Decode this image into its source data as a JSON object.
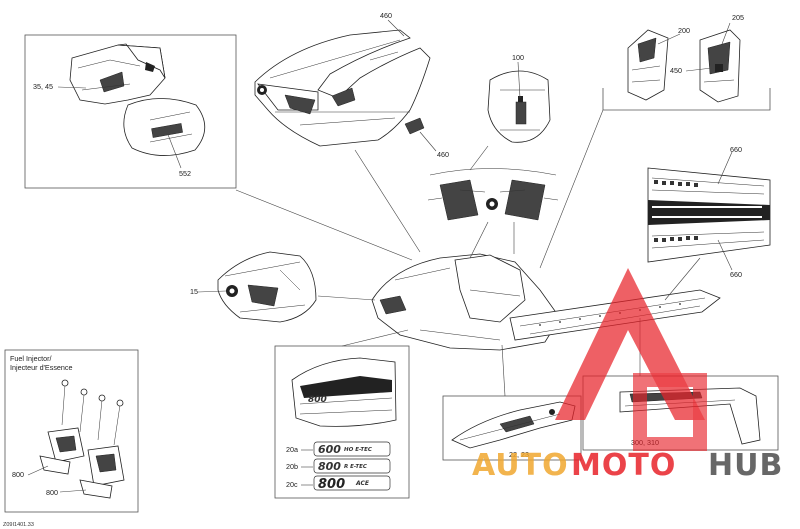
{
  "callouts": {
    "c460_top": "460",
    "c460_bottom": "460",
    "c35_45": "35, 45",
    "c552": "552",
    "c100": "100",
    "c200": "200",
    "c205": "205",
    "c450": "450",
    "c660_top": "660",
    "c660_bottom": "660",
    "c15": "15",
    "c800_a": "800",
    "c800_b": "800",
    "c20a": "20a",
    "c20b": "20b",
    "c20c": "20c",
    "c22_23": "22, 23",
    "c300_310": "300, 310"
  },
  "fuel_injector": {
    "title_en": "Fuel Injector/",
    "title_fr": "Injecteur d'Essence"
  },
  "decals": {
    "d20a_model": "600",
    "d20a_suffix": "HO E-TEC",
    "d20b_model": "800",
    "d20b_suffix": "R E-TEC",
    "d20c_model": "800",
    "d20c_suffix": "ACE"
  },
  "drawing_id": "Z09I1401.33",
  "watermark": {
    "part1": "AUTO",
    "part2": "MOTO",
    "part3": "HUB",
    "color_orange": "#f0a830",
    "color_red": "#e8232a",
    "color_gray": "#4d4d4d"
  }
}
